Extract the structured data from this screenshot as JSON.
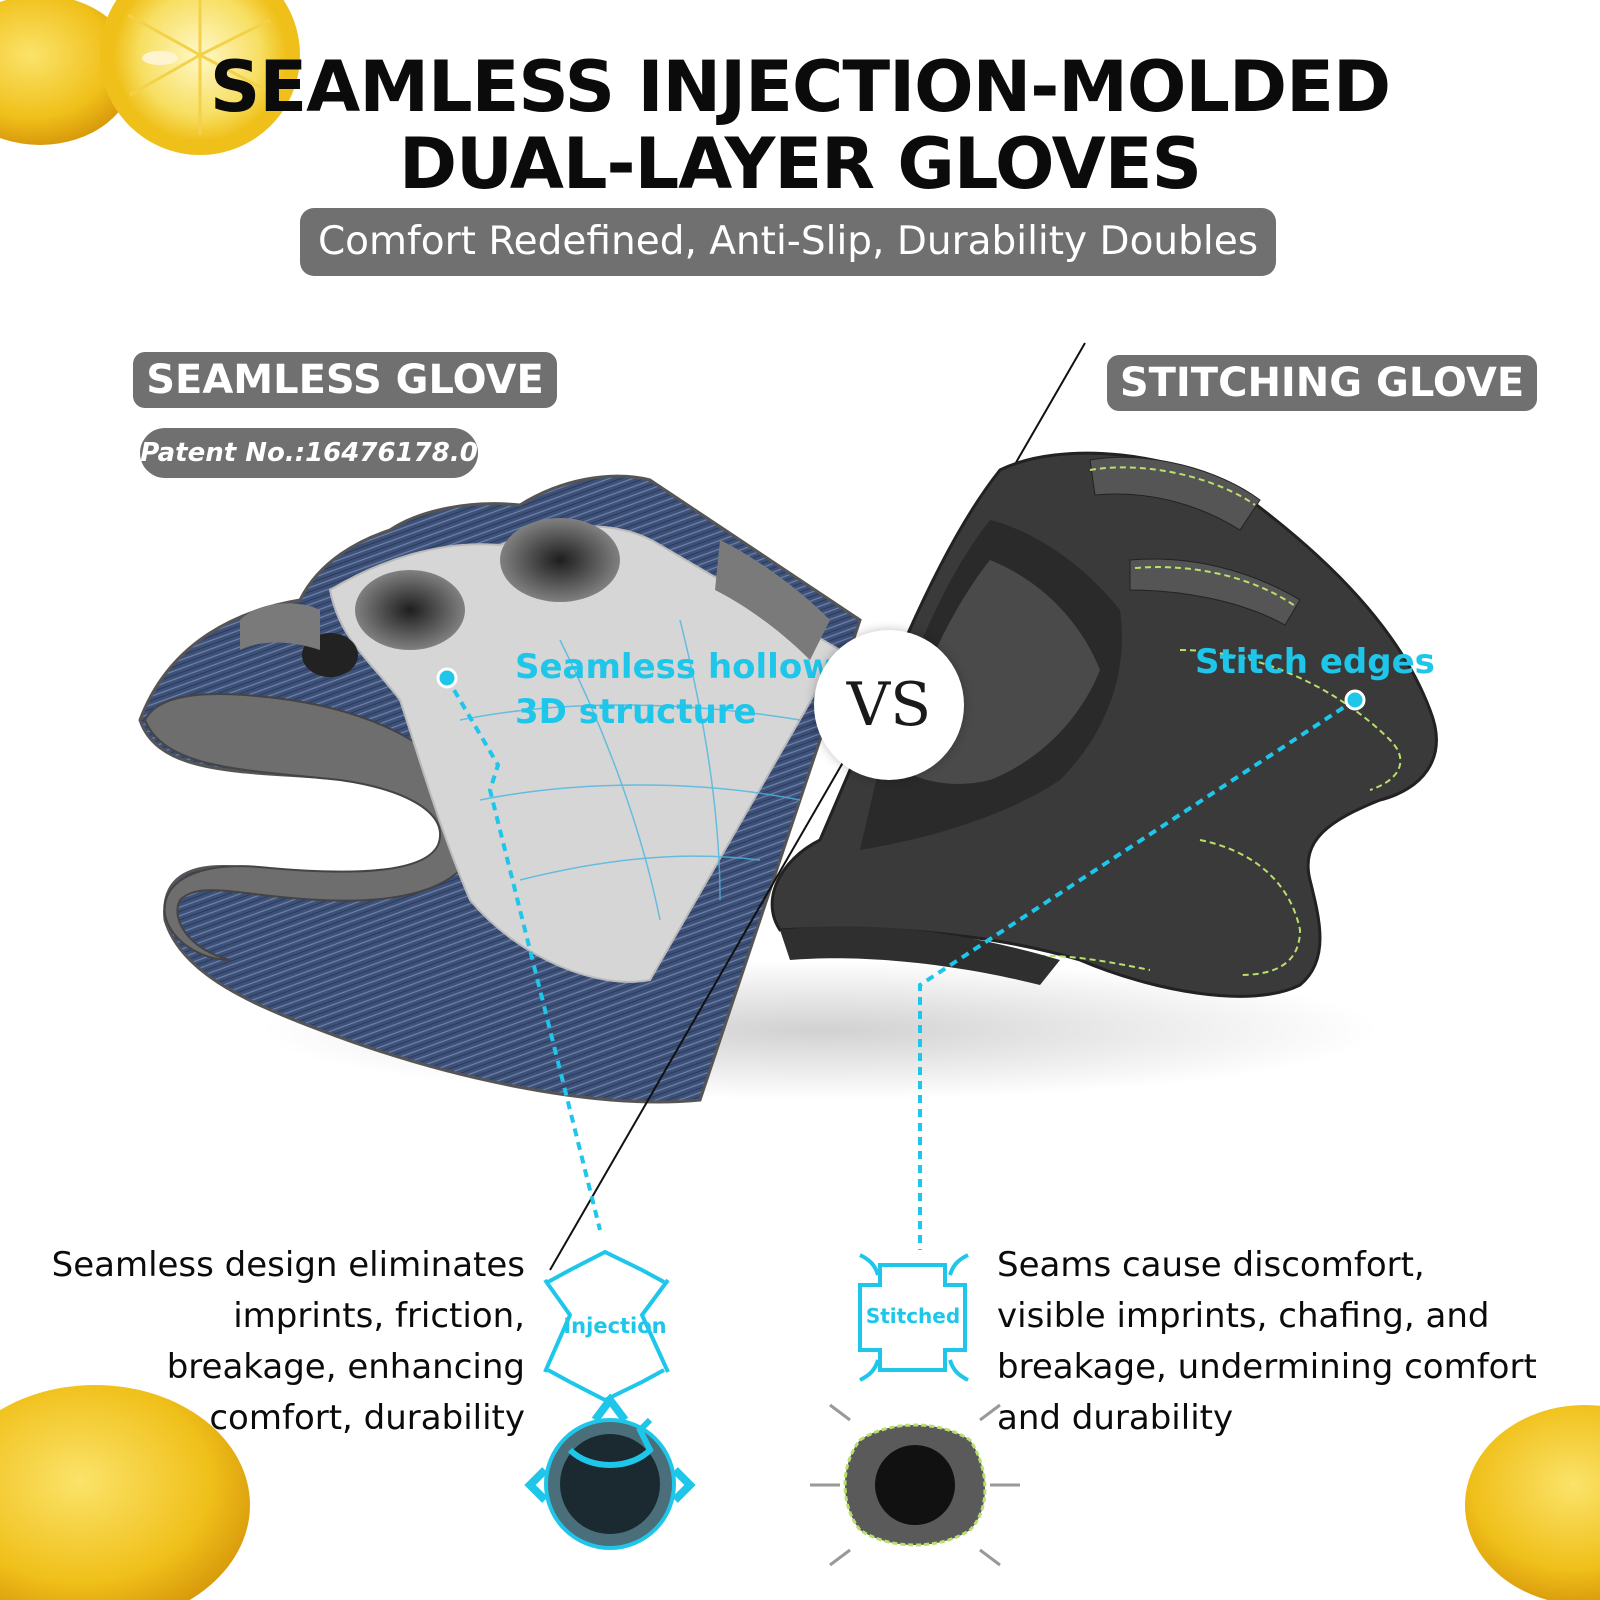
{
  "header": {
    "title_line1": "SEAMLESS INJECTION-MOLDED",
    "title_line2": "DUAL-LAYER GLOVES",
    "subtitle": "Comfort Redefined, Anti-Slip, Durability Doubles"
  },
  "left": {
    "label": "SEAMLESS GLOVE",
    "patent": "Patent No.:16476178.0",
    "callout_line1": "Seamless hollow",
    "callout_line2": "3D structure",
    "badge": "Injection",
    "desc_lines": [
      "Seamless design eliminates",
      "imprints, friction,",
      "breakage, enhancing",
      "comfort, durability"
    ]
  },
  "center": {
    "vs": "VS"
  },
  "right": {
    "label": "STITCHING GLOVE",
    "callout": "Stitch edges",
    "badge": "Stitched",
    "desc_lines": [
      "Seams cause discomfort,",
      "visible imprints, chafing, and",
      "breakage, undermining comfort",
      "and durability"
    ]
  },
  "colors": {
    "accent": "#1ec6ea",
    "pill": "#707070",
    "lemon": "#f2c21a",
    "seamless_glove_fabric": "#3c4f78",
    "stitched_glove": "#3a3a3a"
  }
}
